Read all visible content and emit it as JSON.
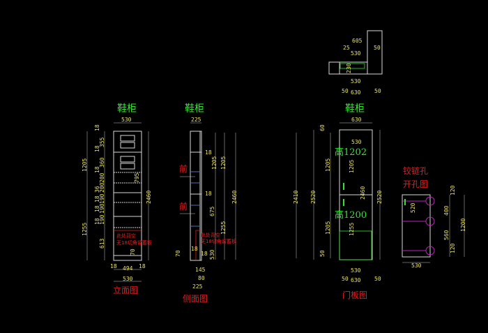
{
  "front": {
    "title": "鞋柜",
    "caption": "立面图",
    "width_top": "530",
    "d18a": "18",
    "d355": "355",
    "d18b": "18",
    "d360": "360",
    "d18c": "18",
    "d200a": "200",
    "d36": "36",
    "d200b": "200",
    "d18d": "18",
    "d190a": "190",
    "d18e": "18",
    "d190b": "190",
    "d18f": "18",
    "d190c": "190",
    "d613": "613",
    "d1205": "1205",
    "d1255": "1255",
    "d2460": "2460",
    "d795": "795",
    "d70": "70",
    "b18l": "18",
    "b494": "494",
    "b18r": "18",
    "b530": "530",
    "note1": "此处背空",
    "note2": "无18切角留蓄板"
  },
  "side": {
    "title": "鞋柜",
    "caption": "侧面图",
    "width_top": "225",
    "front_label_1": "前",
    "front_label_2": "前",
    "d18a": "18",
    "d18b": "18",
    "d1205a": "1205",
    "d1205b": "1205",
    "d2460": "2460",
    "d675": "675",
    "d1255": "1255",
    "d530": "530",
    "d18c": "18",
    "d18d": "18",
    "d70": "70",
    "b145": "145",
    "b80": "80",
    "b225": "225",
    "note1": "此处背空",
    "note2": "无18切角留蓄板"
  },
  "plan": {
    "title": "鞋柜",
    "d605": "605",
    "d25": "25",
    "d530a": "530",
    "d50a": "50",
    "d230": "230",
    "d530b": "530",
    "d50l": "50",
    "d630": "630",
    "d50r": "50"
  },
  "door": {
    "caption": "门板图",
    "width_top": "630",
    "inner": "530",
    "upper_height": "高1202",
    "lower_height": "高1200",
    "d60": "60",
    "d50": "50",
    "d1205a": "1205",
    "d1205b": "1205",
    "d1205c": "1205",
    "d1255": "1255",
    "d2460": "2460",
    "d2410": "2410",
    "d2520a": "2520",
    "d2520b": "2520",
    "b530": "530",
    "b50l": "50",
    "b630": "630",
    "b50r": "50"
  },
  "hinge": {
    "title1": "铰链孔",
    "title2": "开孔图",
    "d520": "520",
    "d120a": "120",
    "d400": "400",
    "d560": "560",
    "d120b": "120",
    "d1200": "1200",
    "b530": "530"
  },
  "colors": {
    "background": "#000000",
    "dimension": "#e8e060",
    "title": "#2ee82e",
    "note": "#e02020",
    "hinge": "#c020c0"
  }
}
